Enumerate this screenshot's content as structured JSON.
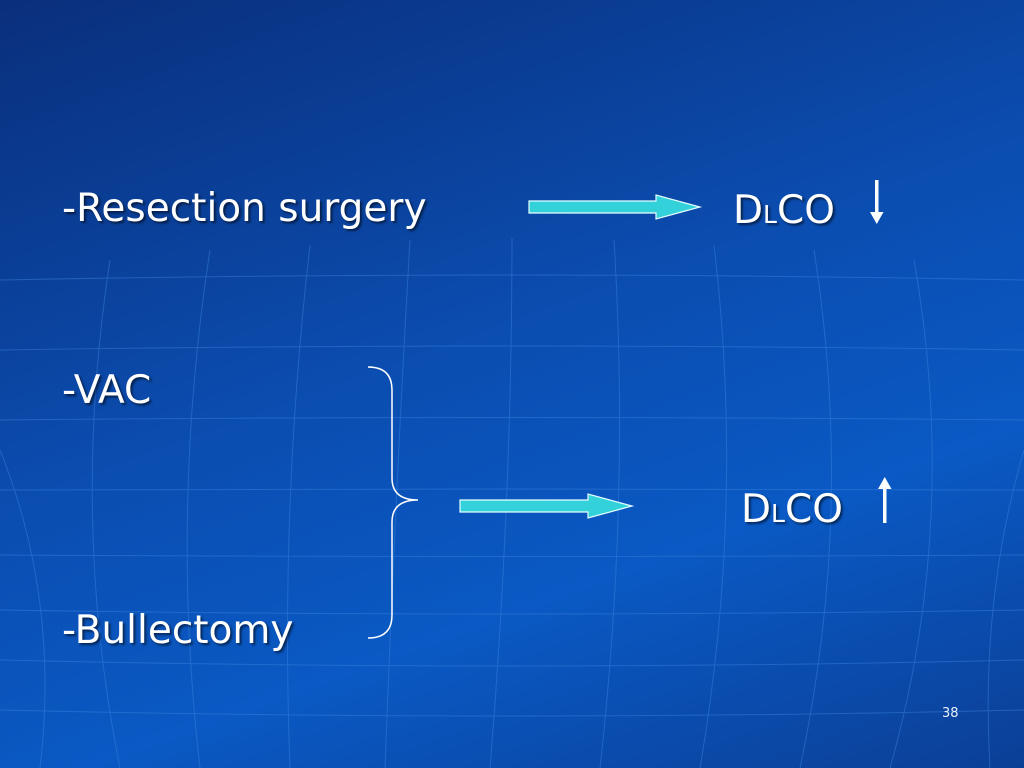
{
  "slide": {
    "items": [
      {
        "label": "-Resection surgery"
      },
      {
        "label": "-VAC"
      },
      {
        "label": "-Bullectomy"
      }
    ],
    "results": [
      {
        "prefix": "D",
        "subscript": "L",
        "suffix": "CO",
        "trend_icon": "arrow-down-icon"
      },
      {
        "prefix": "D",
        "subscript": "L",
        "suffix": "CO",
        "trend_icon": "arrow-up-icon"
      }
    ],
    "page_number": "38"
  },
  "colors": {
    "background": "#0b4db0",
    "text": "#ffffff",
    "arrow_fill": "#33d1d9",
    "arrow_stroke": "#e6ffff"
  }
}
